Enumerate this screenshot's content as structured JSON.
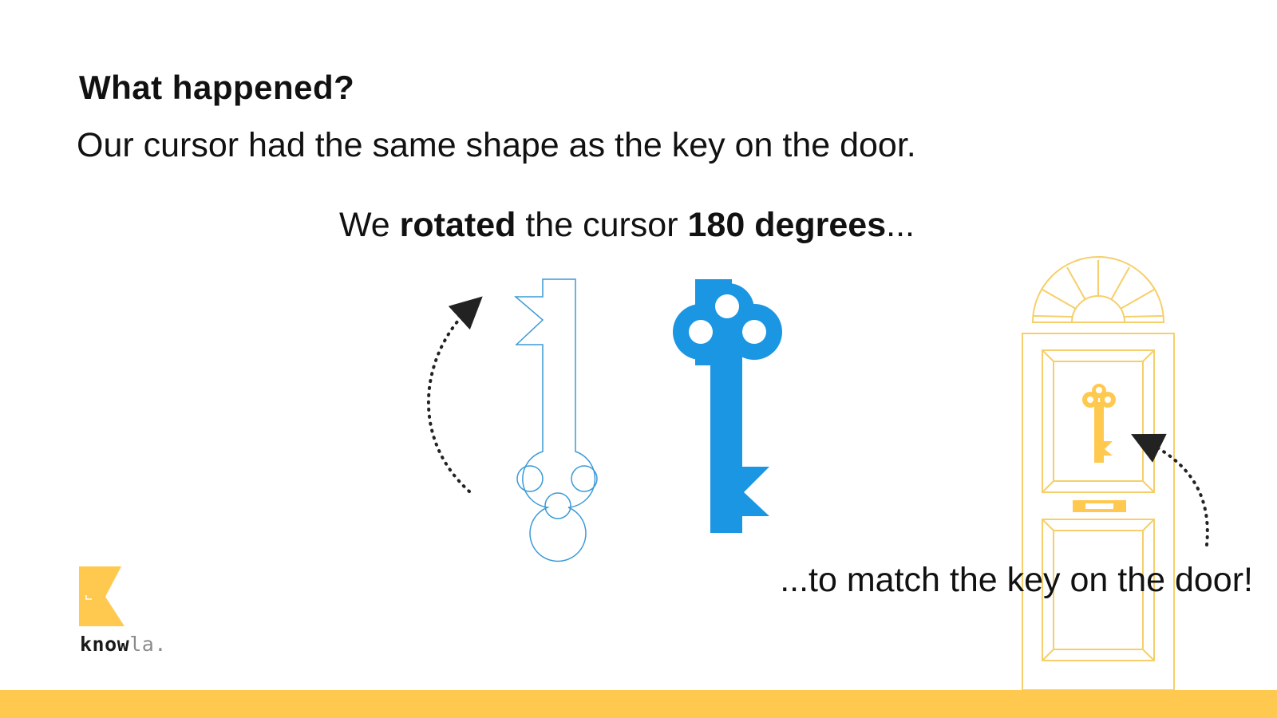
{
  "heading": "What happened?",
  "subheading": "Our cursor had the same shape as the key on the door.",
  "caption_top": {
    "t1": "We ",
    "b1": "rotated",
    "t2": " the cursor ",
    "b2": "180 degrees",
    "t3": "..."
  },
  "caption_bottom": "...to match the key on the door!",
  "logo": {
    "part1": "know",
    "part2": "la."
  },
  "colors": {
    "accent_yellow": "#ffc94f",
    "key_blue": "#1b96e3",
    "outline_blue": "#3c9ad6",
    "door_line": "#f6cf6a"
  },
  "icons": [
    "key-outline-icon",
    "key-solid-icon",
    "door-icon",
    "door-key-icon",
    "curved-arrow-icon",
    "knowla-logo-icon"
  ]
}
